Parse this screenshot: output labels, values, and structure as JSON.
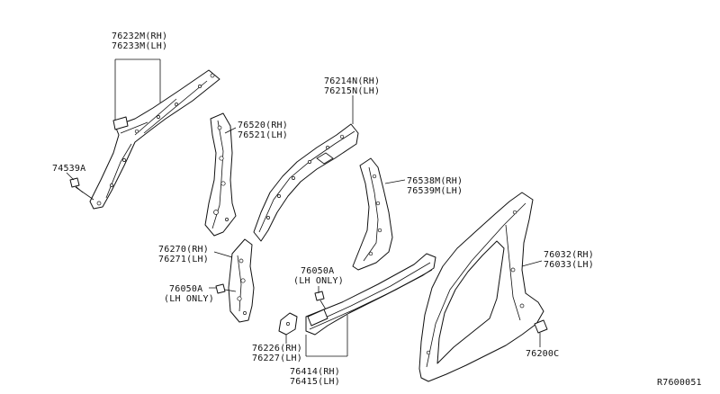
{
  "labels": {
    "p76232": [
      "76232M(RH)",
      "76233M(LH)"
    ],
    "p74539": "74539A",
    "p76520": [
      "76520(RH)",
      "76521(LH)"
    ],
    "p76214": [
      "76214N(RH)",
      "76215N(LH)"
    ],
    "p76538": [
      "76538M(RH)",
      "76539M(LH)"
    ],
    "p76270": [
      "76270(RH)",
      "76271(LH)"
    ],
    "p76050_left": [
      "76050A",
      "(LH ONLY)"
    ],
    "p76050_mid": [
      "76050A",
      "(LH ONLY)"
    ],
    "p76226": [
      "76226(RH)",
      "76227(LH)"
    ],
    "p76414": [
      "76414(RH)",
      "76415(LH)"
    ],
    "p76032": [
      "76032(RH)",
      "76033(LH)"
    ],
    "p76200": "76200C",
    "ref_code": "R7600051"
  }
}
